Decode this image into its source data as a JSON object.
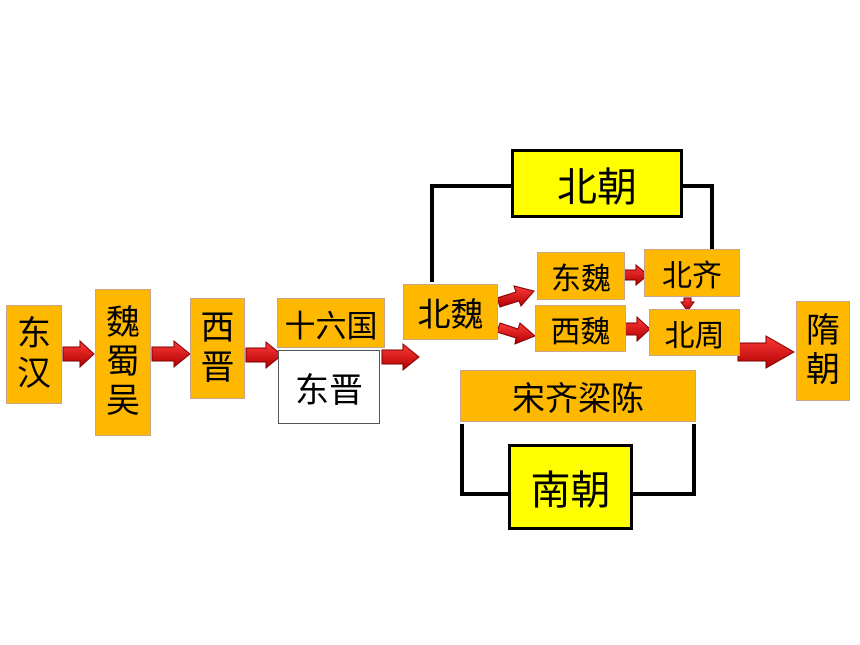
{
  "nodes": {
    "donghan": [
      "东",
      "汉"
    ],
    "weishuwu": [
      "魏",
      "蜀",
      "吴"
    ],
    "xijin": [
      "西",
      "晋"
    ],
    "shiliuguo": "十六国",
    "dongjin": "东晋",
    "beiwei": "北魏",
    "dongwei": "东魏",
    "xiwei": "西魏",
    "beiqi": "北齐",
    "beizhou": "北周",
    "suichao": [
      "隋",
      "朝"
    ],
    "beichao": "北朝",
    "songqiliangchen": "宋齐梁陈",
    "nanchao": "南朝"
  },
  "colors": {
    "node_fill": "#ffb800",
    "group_fill": "#ffff00",
    "arrow": "#ff0000",
    "bracket": "#000000"
  }
}
